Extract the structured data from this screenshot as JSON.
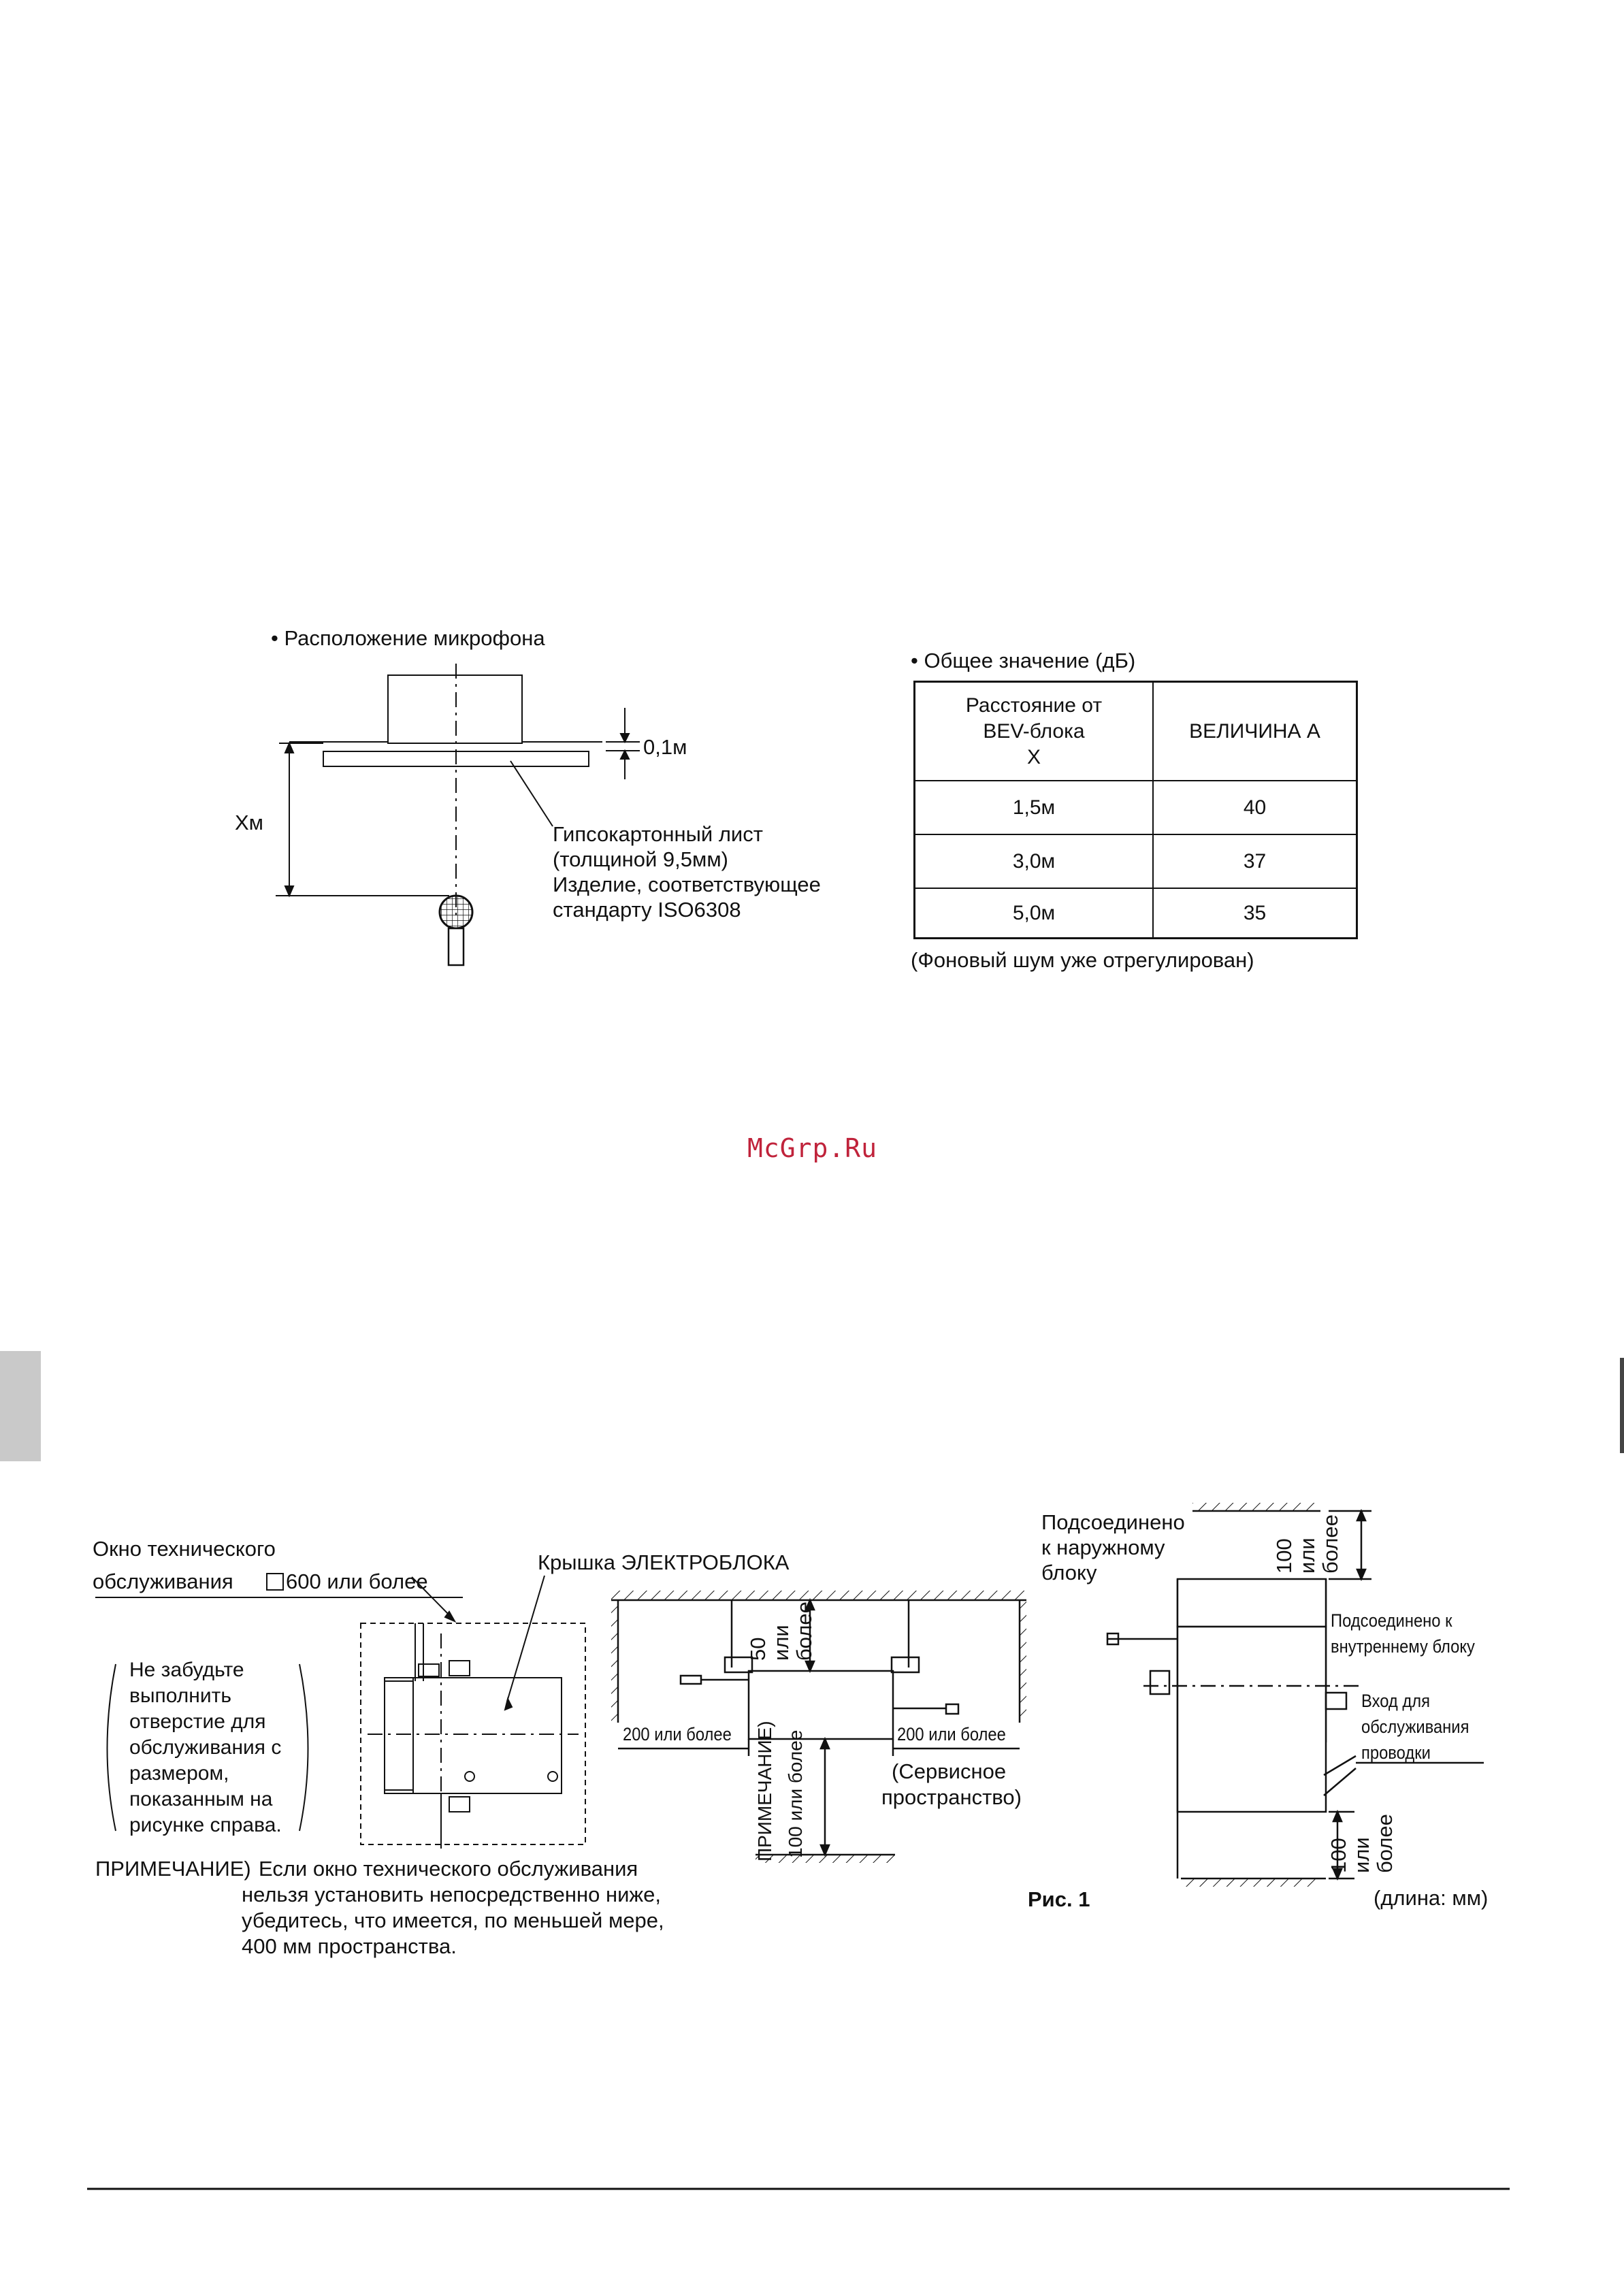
{
  "microphone_section": {
    "title": "• Расположение микрофона",
    "distance_01": "0,1м",
    "distance_x": "Xм",
    "board_label_1": "Гипсокартонный лист",
    "board_label_2": "(толщиной 9,5мм)",
    "board_label_3": "Изделие, соответствующее",
    "board_label_4": "стандарту ISO6308"
  },
  "noise_table": {
    "title": "• Общее значение (дБ)",
    "header_col1": [
      "Расстояние от",
      "BEV-блока",
      "X"
    ],
    "header_col2": "ВЕЛИЧИНА A",
    "rows": [
      {
        "distance": "1,5м",
        "value": "40"
      },
      {
        "distance": "3,0м",
        "value": "37"
      },
      {
        "distance": "5,0м",
        "value": "35"
      }
    ],
    "footnote": "(Фоновый шум уже отрегулирован)"
  },
  "watermark": "McGrp.Ru",
  "service_figure": {
    "window_label_1": "Окно технического",
    "window_label_2": "обслуживания",
    "window_size": "600 или более",
    "reminder_lines": [
      "Не забудьте",
      "выполнить",
      "отверстие для",
      "обслуживания с",
      "размером,",
      "показанным на",
      "рисунке справа."
    ],
    "note_prefix": "ПРИМЕЧАНИЕ)",
    "note_lines": [
      "Если окно технического обслуживания",
      "нельзя установить непосредственно ниже,",
      "убедитесь, что имеется, по меньшей мере,",
      "400 мм пространства."
    ],
    "cover_label": "Крышка ЭЛЕКТРОБЛОКА",
    "top_clearance": [
      "50",
      "или",
      "более"
    ],
    "left_clearance": "200 или более",
    "right_clearance": "200 или более",
    "service_space_1": "(Сервисное",
    "service_space_2": "пространство)",
    "bottom_note": "ПРИМЕЧАНИЕ)",
    "bottom_clearance": "100 или более",
    "outdoor_label": [
      "Подсоединено",
      "к наружному",
      "блоку"
    ],
    "indoor_label": [
      "Подсоединено к",
      "внутреннему блоку"
    ],
    "wiring_label": [
      "Вход для",
      "обслуживания",
      "проводки"
    ],
    "side_top_clearance": [
      "100",
      "или",
      "более"
    ],
    "side_bottom_clearance": [
      "100",
      "или",
      "более"
    ],
    "figure_caption": "Рис. 1",
    "units": "(длина: мм)"
  }
}
